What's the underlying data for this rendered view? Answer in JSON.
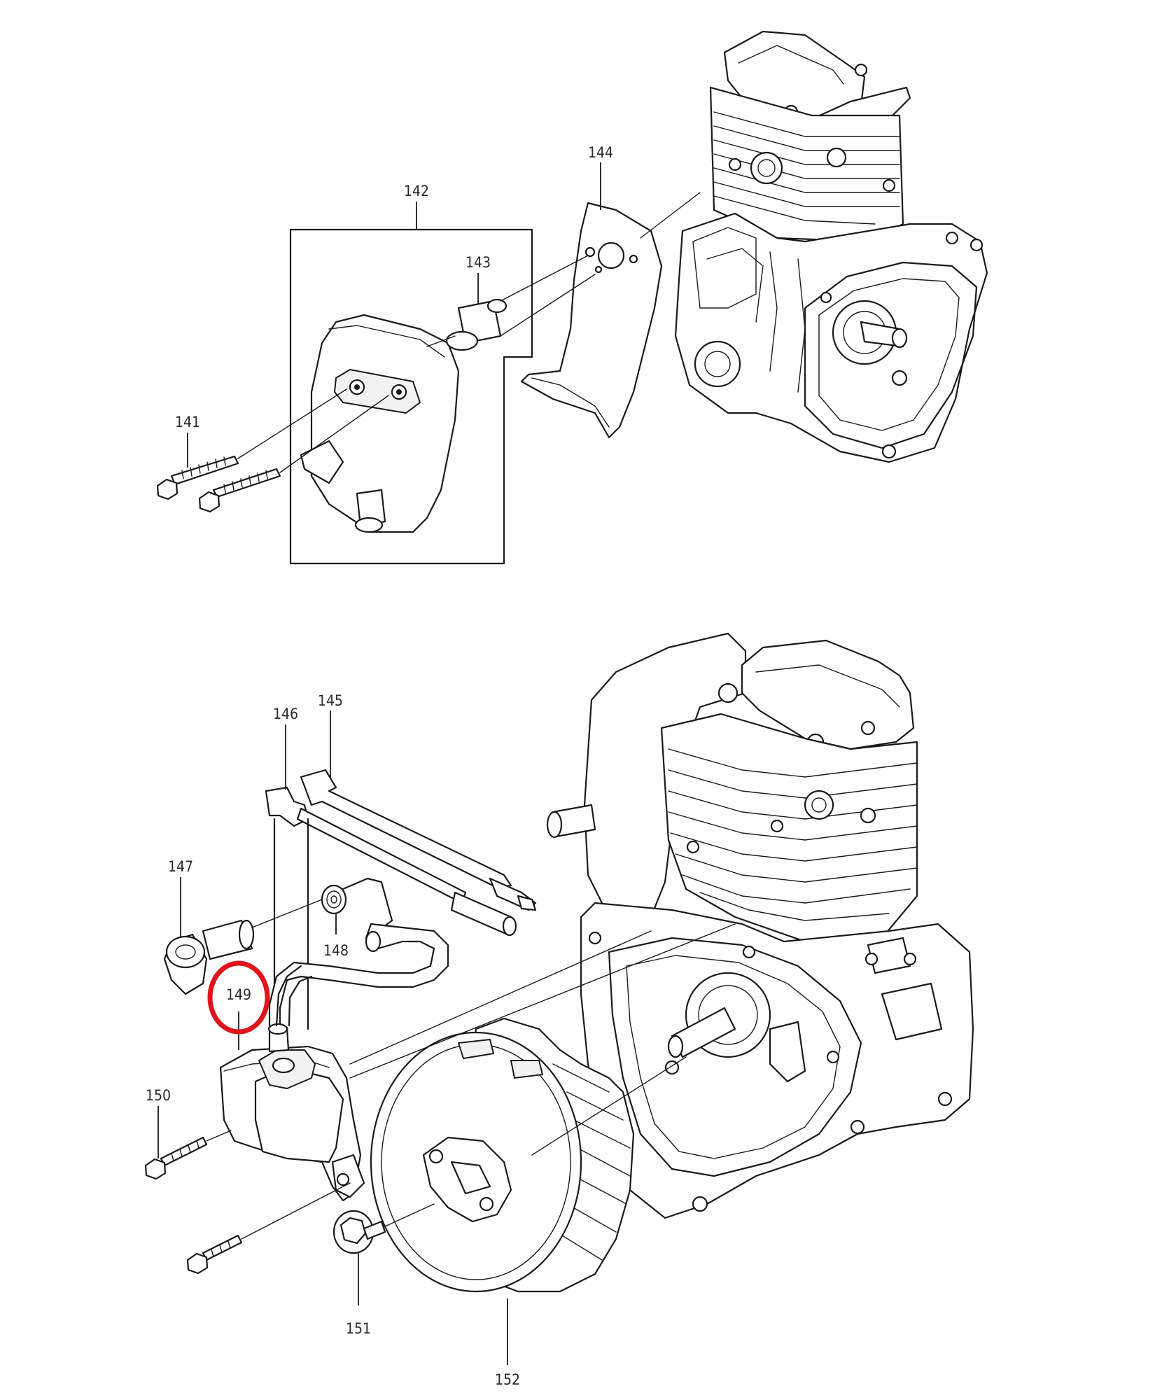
{
  "labels": {
    "p141": "141",
    "p142": "142",
    "p143": "143",
    "p144": "144",
    "p145": "145",
    "p146": "146",
    "p147": "147",
    "p148": "148",
    "p149": "149",
    "p150": "150",
    "p151": "151",
    "p152": "152"
  },
  "highlighted_part": "149",
  "colors": {
    "highlight": "#e0141d",
    "line": "#1a1a1a",
    "background": "#ffffff"
  }
}
